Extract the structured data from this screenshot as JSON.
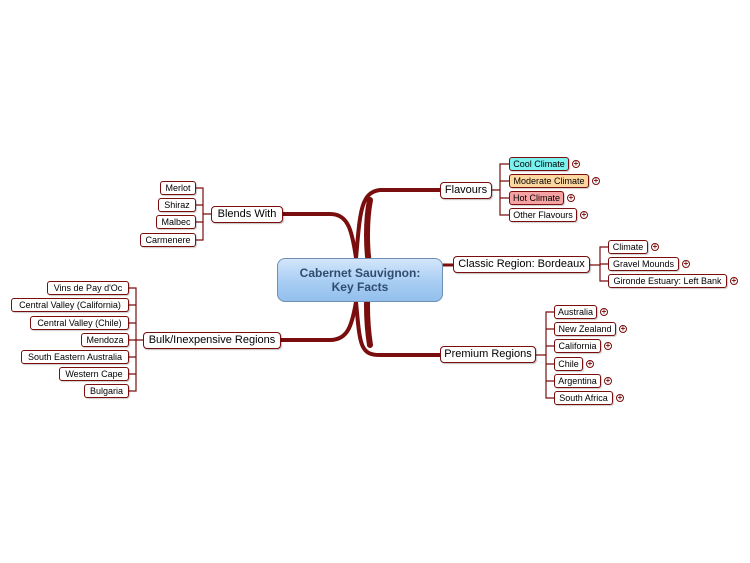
{
  "central": {
    "line1": "Cabernet Sauvignon:",
    "line2": "Key Facts"
  },
  "colors": {
    "connector": "#7a0d0d",
    "central_fill": "#a8cdf3",
    "cool": "#79f2f0",
    "moderate": "#fdd7a0",
    "hot": "#f7a2a2"
  },
  "icons": {
    "expand": "plus-circle-icon"
  },
  "branches": {
    "flavours": {
      "label": "Flavours",
      "items": [
        {
          "label": "Cool Climate",
          "expandable": true,
          "color": "#79f2f0"
        },
        {
          "label": "Moderate Climate",
          "expandable": true,
          "color": "#fdd7a0"
        },
        {
          "label": "Hot Climate",
          "expandable": true,
          "color": "#f7a2a2"
        },
        {
          "label": "Other Flavours",
          "expandable": true,
          "color": "#ffffff"
        }
      ]
    },
    "bordeaux": {
      "label": "Classic Region: Bordeaux",
      "items": [
        {
          "label": "Climate",
          "expandable": true
        },
        {
          "label": "Gravel Mounds",
          "expandable": true
        },
        {
          "label": "Gironde Estuary: Left Bank",
          "expandable": true
        }
      ]
    },
    "premium": {
      "label": "Premium Regions",
      "items": [
        {
          "label": "Australia",
          "expandable": true
        },
        {
          "label": "New Zealand",
          "expandable": true
        },
        {
          "label": "California",
          "expandable": true
        },
        {
          "label": "Chile",
          "expandable": true
        },
        {
          "label": "Argentina",
          "expandable": true
        },
        {
          "label": "South Africa",
          "expandable": true
        }
      ]
    },
    "blends": {
      "label": "Blends With",
      "items": [
        {
          "label": "Merlot"
        },
        {
          "label": "Shiraz"
        },
        {
          "label": "Malbec"
        },
        {
          "label": "Carmenere"
        }
      ]
    },
    "bulk": {
      "label": "Bulk/Inexpensive Regions",
      "items": [
        {
          "label": "Vins de Pay d'Oc"
        },
        {
          "label": "Central Valley (California)"
        },
        {
          "label": "Central Valley (Chile)"
        },
        {
          "label": "Mendoza"
        },
        {
          "label": "South Eastern Australia"
        },
        {
          "label": "Western Cape"
        },
        {
          "label": "Bulgaria"
        }
      ]
    }
  }
}
